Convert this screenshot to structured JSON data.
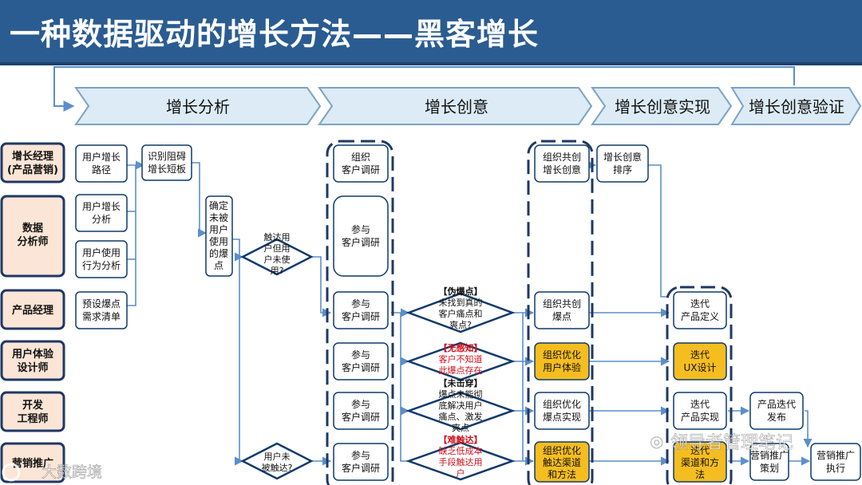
{
  "title": "一种数据驱动的增长方法——黑客增长",
  "colors": {
    "header_bg": "#2a5c91",
    "stage_fill": "#dcebf5",
    "stage_stroke": "#7da3c4",
    "box_fill": "#ffffff",
    "box_stroke": "#0f3a6a",
    "highlight_fill": "#f5bd1f",
    "row_fill": "#fbe5d6",
    "row_stroke": "#1f3864",
    "arrow": "#5b8fc9",
    "warning_red": "#d0101b"
  },
  "stages": [
    "增长分析",
    "增长创意",
    "增长创意实现",
    "增长创意验证"
  ],
  "roles": [
    "增长经理\n(产品营销)",
    "数据\n分析师",
    "产品经理",
    "用户体验\n设计师",
    "开发\n工程师",
    "营销推广"
  ],
  "analysis": {
    "inputs": [
      "用户增长\n路径",
      "用户增长\n分析",
      "用户使用\n行为分析",
      "预设爆点\n需求清单"
    ],
    "identify": "识别阻碍\n增长短板",
    "confirm": "确定\n未被\n用户\n使用\n的爆\n点",
    "decision_reached": "触达用\n户但用\n户未使\n用?",
    "decision_not_reached": "用户未\n被触达?"
  },
  "ideation": {
    "research": [
      "组织\n客户调研",
      "参与\n客户调研",
      "参与\n客户调研",
      "参与\n客户调研",
      "参与\n客户调研",
      "参与\n客户调研"
    ],
    "problems": [
      {
        "tag": "【伪爆点】",
        "text": "未找到真的\n客户痛点和\n爽点?",
        "red": false
      },
      {
        "tag": "【无感知】",
        "text": "客户不知道\n此爆点存在",
        "red": true
      },
      {
        "tag": "【未击穿】",
        "text": "爆点未能彻\n底解决用户\n痛点、激发\n爽点",
        "red": false
      },
      {
        "tag": "【难触达】",
        "text": "缺乏低成本\n手段触达用\n户",
        "red": true
      }
    ],
    "organize": [
      "组织共创\n增长创意",
      "组织共创\n爆点",
      "组织优化\n用户体验",
      "组织优化\n爆点实现",
      "组织优化\n触达渠道\n和方法"
    ],
    "ranking": "增长创意\n排序"
  },
  "realization": {
    "items": [
      "迭代\n产品定义",
      "迭代\nUX设计",
      "迭代\n产品实现",
      "迭代\n渠道和方\n法"
    ],
    "release": "产品迭代\n发布",
    "marketing_plan": "营销推广\n策划",
    "marketing_exec": "营销推广\n执行"
  },
  "watermarks": {
    "bottom_left": "大数跨境",
    "bottom_right": "领导者管理笔记"
  }
}
